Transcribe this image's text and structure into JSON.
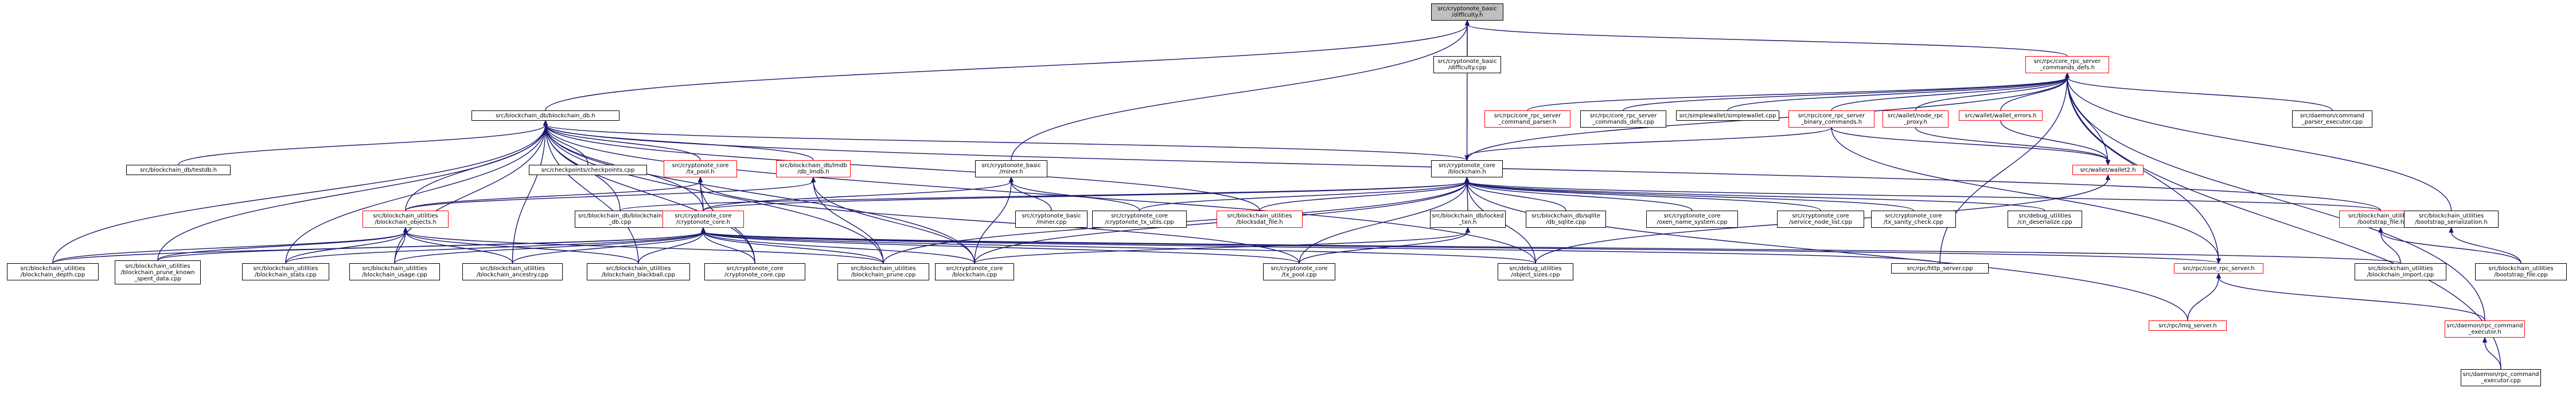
{
  "colors": {
    "edge": "#191970",
    "focus_fill": "#bfbfbf",
    "truncated_border": "#ff0000",
    "normal_border": "#000000"
  },
  "nodes": {
    "difficulty_h": {
      "lines": [
        "src/cryptonote_basic",
        "/difficulty.h"
      ],
      "focus": true
    },
    "difficulty_cpp": {
      "lines": [
        "src/cryptonote_basic",
        "/difficulty.cpp"
      ]
    },
    "core_rpc_server_commands_defs_h": {
      "lines": [
        "src/rpc/core_rpc_server",
        "_commands_defs.h"
      ],
      "truncated": true
    },
    "blockchain_db_h": {
      "lines": [
        "src/blockchain_db/blockchain_db.h"
      ]
    },
    "rpc_command_parser_h": {
      "lines": [
        "src/rpc/core_rpc_server",
        "_command_parser.h"
      ],
      "truncated": true
    },
    "rpc_commands_defs_cpp": {
      "lines": [
        "src/rpc/core_rpc_server",
        "_commands_defs.cpp"
      ]
    },
    "simplewallet_cpp": {
      "lines": [
        "src/simplewallet/simplewallet.cpp"
      ]
    },
    "rpc_binary_commands_h": {
      "lines": [
        "src/rpc/core_rpc_server",
        "_binary_commands.h"
      ],
      "truncated": true
    },
    "wallet_node_rpc_proxy_h": {
      "lines": [
        "src/wallet/node_rpc",
        "_proxy.h"
      ],
      "truncated": true
    },
    "wallet_errors_h": {
      "lines": [
        "src/wallet/wallet_errors.h"
      ],
      "truncated": true
    },
    "daemon_command_parser_executor_cpp": {
      "lines": [
        "src/daemon/command",
        "_parser_executor.cpp"
      ]
    },
    "testdb_h": {
      "lines": [
        "src/blockchain_db/testdb.h"
      ]
    },
    "checkpoints_cpp": {
      "lines": [
        "src/checkpoints/checkpoints.cpp"
      ]
    },
    "tx_pool_h": {
      "lines": [
        "src/cryptonote_core",
        "/tx_pool.h"
      ],
      "truncated": true
    },
    "lmdb_h": {
      "lines": [
        "src/blockchain_db/lmdb",
        "/db_lmdb.h"
      ],
      "truncated": true
    },
    "miner_h": {
      "lines": [
        "src/cryptonote_basic",
        "/miner.h"
      ]
    },
    "blockchain_h": {
      "lines": [
        "src/cryptonote_core",
        "/blockchain.h"
      ]
    },
    "wallet2_h": {
      "lines": [
        "src/wallet/wallet2.h"
      ],
      "truncated": true
    },
    "blockchain_objects_h": {
      "lines": [
        "src/blockchain_utilities",
        "/blockchain_objects.h"
      ],
      "truncated": true
    },
    "blockchain_db_cpp": {
      "lines": [
        "src/blockchain_db/blockchain",
        "_db.cpp"
      ]
    },
    "cryptonote_core_h": {
      "lines": [
        "src/cryptonote_core",
        "/cryptonote_core.h"
      ],
      "truncated": true
    },
    "miner_cpp": {
      "lines": [
        "src/cryptonote_basic",
        "/miner.cpp"
      ]
    },
    "tx_utils_cpp": {
      "lines": [
        "src/cryptonote_core",
        "/cryptonote_tx_utils.cpp"
      ]
    },
    "blocksdat_file_h": {
      "lines": [
        "src/blockchain_utilities",
        "/blocksdat_file.h"
      ],
      "truncated": true
    },
    "locked_txn_h": {
      "lines": [
        "src/blockchain_db/locked",
        "_txn.h"
      ]
    },
    "sqlite_cpp": {
      "lines": [
        "src/blockchain_db/sqlite",
        "/db_sqlite.cpp"
      ]
    },
    "oxen_name_system_cpp": {
      "lines": [
        "src/cryptonote_core",
        "/oxen_name_system.cpp"
      ]
    },
    "service_node_list_cpp": {
      "lines": [
        "src/cryptonote_core",
        "/service_node_list.cpp"
      ]
    },
    "tx_sanity_check_cpp": {
      "lines": [
        "src/cryptonote_core",
        "/tx_sanity_check.cpp"
      ]
    },
    "cn_deserialize_cpp": {
      "lines": [
        "src/debug_utilities",
        "/cn_deserialize.cpp"
      ]
    },
    "bootstrap_file_h": {
      "lines": [
        "src/blockchain_utilities",
        "/bootstrap_file.h"
      ],
      "truncated": true
    },
    "bootstrap_serialization_h": {
      "lines": [
        "src/blockchain_utilities",
        "/bootstrap_serialization.h"
      ]
    },
    "blockchain_depth_cpp": {
      "lines": [
        "src/blockchain_utilities",
        "/blockchain_depth.cpp"
      ]
    },
    "blockchain_prune_known_spent_data_cpp": {
      "lines": [
        "src/blockchain_utilities",
        "/blockchain_prune_known",
        "_spent_data.cpp"
      ]
    },
    "blockchain_stats_cpp": {
      "lines": [
        "src/blockchain_utilities",
        "/blockchain_stats.cpp"
      ]
    },
    "blockchain_usage_cpp": {
      "lines": [
        "src/blockchain_utilities",
        "/blockchain_usage.cpp"
      ]
    },
    "blockchain_ancestry_cpp": {
      "lines": [
        "src/blockchain_utilities",
        "/blockchain_ancestry.cpp"
      ]
    },
    "blockchain_blackball_cpp": {
      "lines": [
        "src/blockchain_utilities",
        "/blockchain_blackball.cpp"
      ]
    },
    "cryptonote_core_cpp": {
      "lines": [
        "src/cryptonote_core",
        "/cryptonote_core.cpp"
      ]
    },
    "blockchain_prune_cpp": {
      "lines": [
        "src/blockchain_utilities",
        "/blockchain_prune.cpp"
      ]
    },
    "blockchain_cpp": {
      "lines": [
        "src/cryptonote_core",
        "/blockchain.cpp"
      ]
    },
    "tx_pool_cpp": {
      "lines": [
        "src/cryptonote_core",
        "/tx_pool.cpp"
      ]
    },
    "object_sizes_cpp": {
      "lines": [
        "src/debug_utilities",
        "/object_sizes.cpp"
      ]
    },
    "http_server_cpp": {
      "lines": [
        "src/rpc/http_server.cpp"
      ]
    },
    "core_rpc_server_h": {
      "lines": [
        "src/rpc/core_rpc_server.h"
      ],
      "truncated": true
    },
    "blockchain_import_cpp": {
      "lines": [
        "src/blockchain_utilities",
        "/blockchain_import.cpp"
      ]
    },
    "bootstrap_file_cpp": {
      "lines": [
        "src/blockchain_utilities",
        "/bootstrap_file.cpp"
      ]
    },
    "daemon_rpc_command_executor_h": {
      "lines": [
        "src/daemon/rpc_command",
        "_executor.h"
      ],
      "truncated": true
    },
    "lmq_server_h": {
      "lines": [
        "src/rpc/lmq_server.h"
      ],
      "truncated": true
    },
    "daemon_rpc_command_executor_cpp": {
      "lines": [
        "src/daemon/rpc_command",
        "_executor.cpp"
      ]
    }
  }
}
